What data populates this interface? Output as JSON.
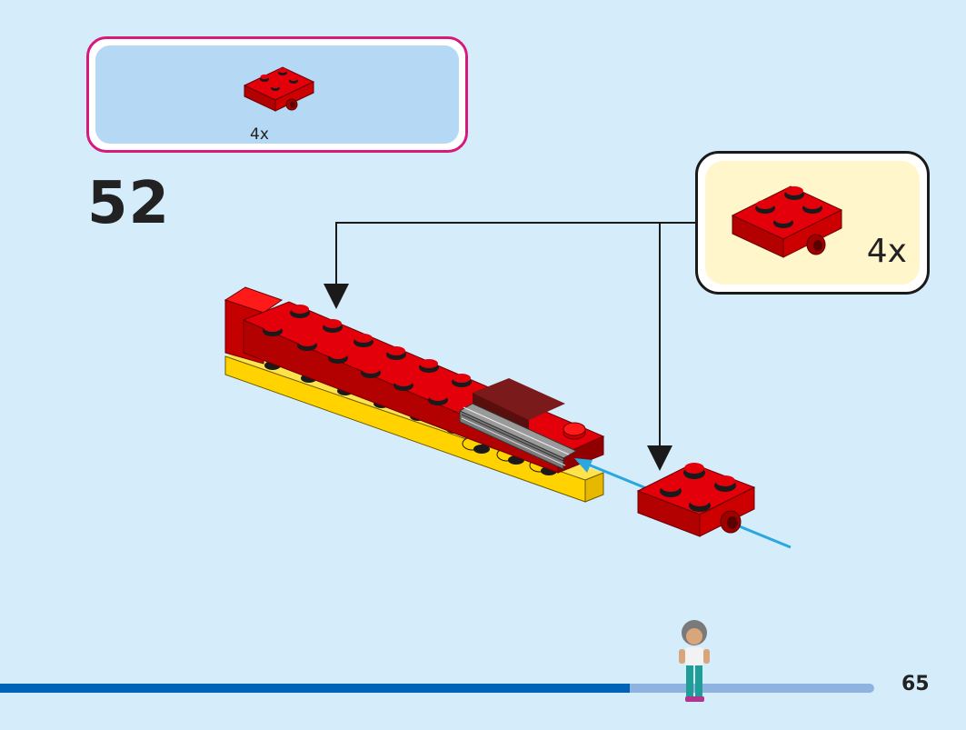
{
  "parts_list": {
    "items": [
      {
        "part": "red-plate-2x2-with-pin-hole-icon",
        "quantity": "4x"
      }
    ]
  },
  "step": {
    "number": "52"
  },
  "callout": {
    "part": "red-plate-2x2-with-pin-hole-icon",
    "quantity": "4x"
  },
  "footer": {
    "page_number": "65",
    "progress_fraction": 0.72,
    "character": "minifigure-icon"
  },
  "colors": {
    "page_background": "#d5ecfb",
    "parts_box_border": "#d6197a",
    "parts_box_fill": "#b5d8f5",
    "callout_fill": "#fff6cc",
    "brick_red": "#e00000",
    "brick_yellow": "#ffd500",
    "arrow_blue": "#29a8e0",
    "progress_fill": "#0063b8",
    "progress_track": "#8fb3e0"
  }
}
